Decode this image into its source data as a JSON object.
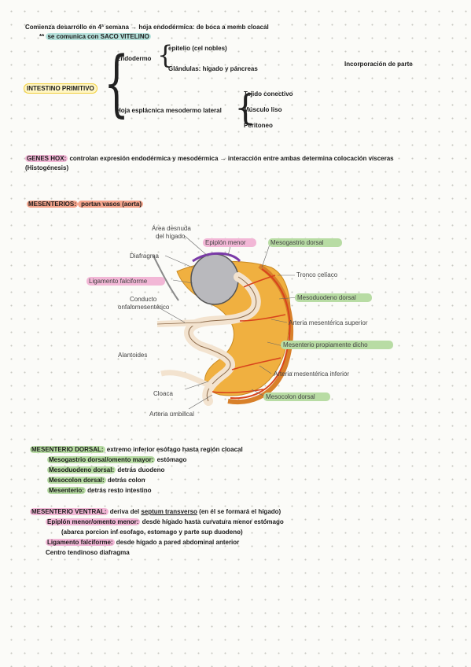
{
  "intro": {
    "line1": "Comienza desarrollo en 4ª semana → hoja endodérmica: de boca a memb cloacal",
    "line2_prefix": "**",
    "line2_hl": "se comunica con SACO VITELINO"
  },
  "tree": {
    "root": "INTESTINO PRIMITIVO",
    "endodermo": "Endodermo",
    "endo_children": [
      "epitelio (cel nobles)",
      "Glándulas: hígado y páncreas"
    ],
    "incorporacion": "Incorporación de parte",
    "mesodermo": "Hoja esplácnica mesodermo lateral",
    "meso_children": [
      "Tejido conectivo",
      "Músculo liso",
      "Peritoneo"
    ]
  },
  "genes": {
    "label": "GENES HOX:",
    "text": " controlan expresión endodérmica y mesodérmica → interacción entre ambas determina colocación vísceras",
    "line2": "(Histogénesis)"
  },
  "mesenterios": {
    "label": "MESENTERIOS:",
    "text": " portan vasos (aorta)"
  },
  "figure": {
    "labels": {
      "area": [
        "Área desnuda",
        "del hígado"
      ],
      "epiplon": "Epiplón menor",
      "mesogastrio": "Mesogastrio dorsal",
      "diafragma": "Diafragma",
      "tronco": "Tronco celíaco",
      "lig_falciforme": "Ligamento falciforme",
      "mesoduodeno": "Mesoduodeno dorsal",
      "conducto": [
        "Conducto",
        "onfalomesentérico"
      ],
      "art_sup": "Arteria mesentérica superior",
      "mesenterio_prop": "Mesenterio propiamente dicho",
      "alantoides": "Alantoides",
      "art_inf": "Arteria mesentérica inferior",
      "cloaca": "Cloaca",
      "mesocolon": "Mesocolon dorsal",
      "art_umbilical": "Arteria umbilical"
    },
    "colors": {
      "pink": "#f2b7d6",
      "green": "#b8dca4",
      "mesentery": "#f0b040",
      "liver": "#b9b9bd",
      "vessel": "#d8431c"
    }
  },
  "dorsal": {
    "label": "MESENTERIO DORSAL:",
    "text": " extremo inferior esófago hasta región cloacal",
    "items": [
      {
        "k": "Mesogastrio dorsal/omento mayor:",
        "v": " estómago"
      },
      {
        "k": "Mesoduodeno dorsal:",
        "v": " detrás duodeno"
      },
      {
        "k": "Mesocolon dorsal:",
        "v": " detrás colon"
      },
      {
        "k": "Mesenterio:",
        "v": " detrás resto intestino"
      }
    ]
  },
  "ventral": {
    "label": "MESENTERIO VENTRAL:",
    "pre": " deriva del ",
    "septum": "septum transverso",
    "post": " (en él se formará el hígado)",
    "epiplon_k": "Epiplón menor/omento menor:",
    "epiplon_v": " desde hígado hasta curvatura menor estómago",
    "epiplon_note": "(abarca porcion inf esofago, estomago y parte sup duodeno)",
    "lig_k": "Ligamento falciforme:",
    "lig_v": " desde hígado a pared abdominal anterior",
    "centro": "Centro tendinoso diafragma"
  }
}
